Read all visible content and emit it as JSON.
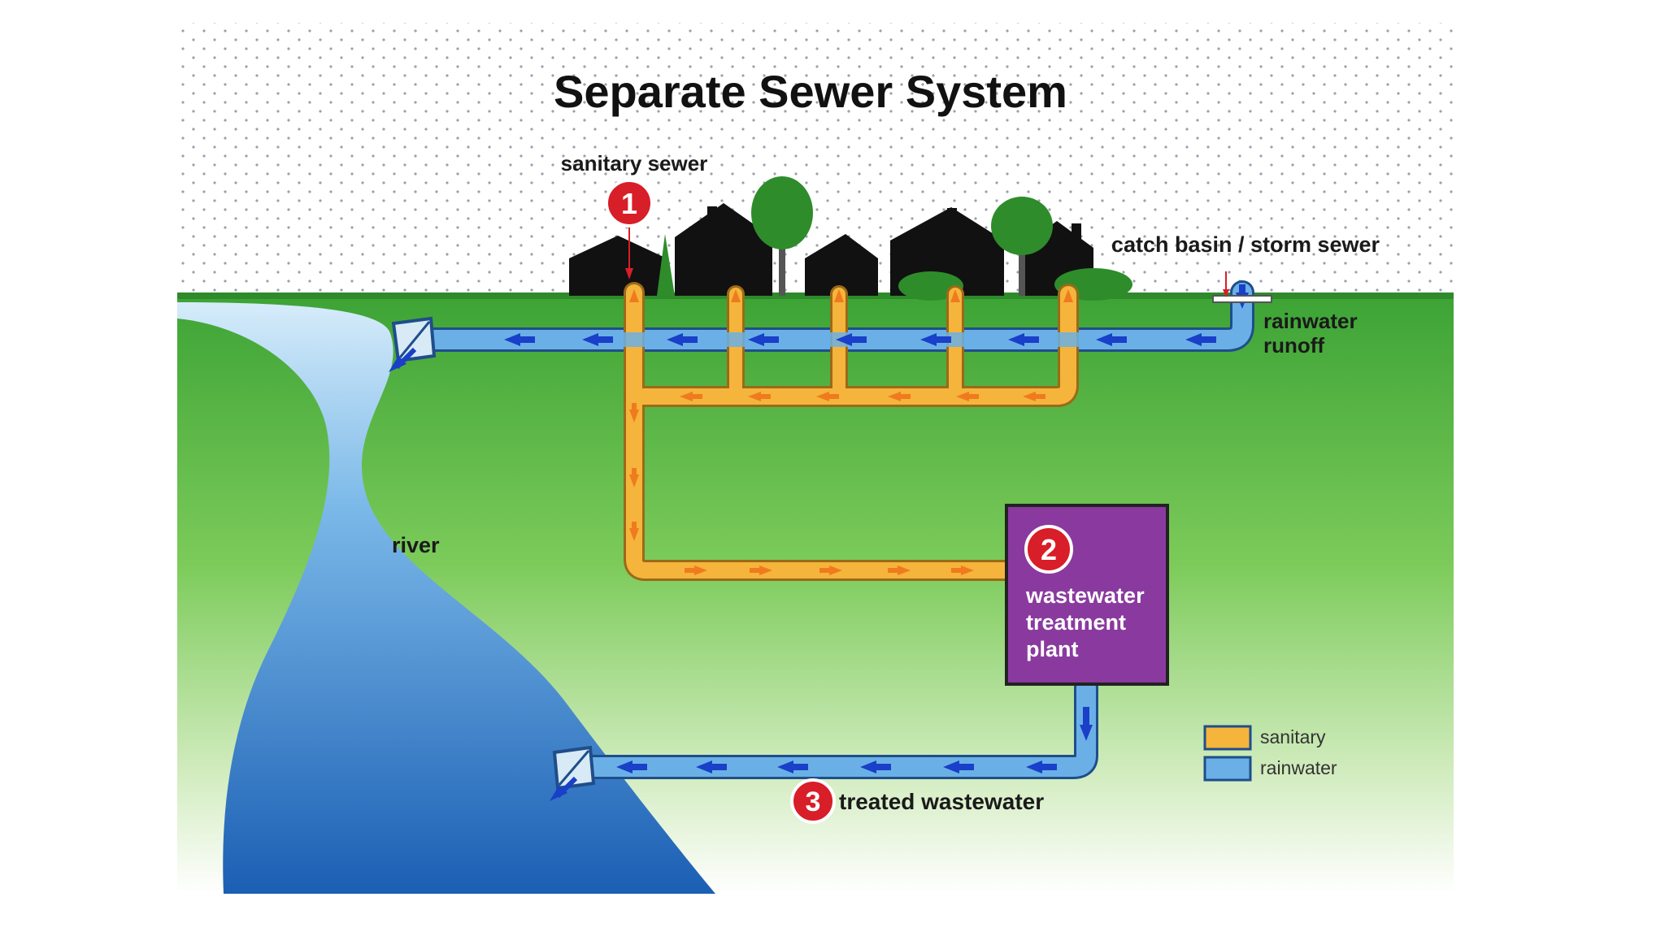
{
  "title": "Separate Sewer System",
  "labels": {
    "sanitary_sewer": "sanitary sewer",
    "catch_basin": "catch basin / storm sewer",
    "rainwater_runoff_1": "rainwater",
    "rainwater_runoff_2": "runoff",
    "river": "river",
    "plant_1": "wastewater",
    "plant_2": "treatment",
    "plant_3": "plant",
    "treated_wastewater": "treated wastewater"
  },
  "markers": {
    "m1": "1",
    "m2": "2",
    "m3": "3"
  },
  "legend": {
    "sanitary": "sanitary",
    "rainwater": "rainwater"
  },
  "colors": {
    "sanitary": "#f5b43c",
    "rainwater": "#6ab0e6",
    "arrow": "#1a3fc8",
    "sanitary_arrow": "#f07a1e",
    "plant": "#8a3a9e",
    "marker": "#d81e28",
    "grass": "#3da336",
    "river": "#2f77c4"
  }
}
